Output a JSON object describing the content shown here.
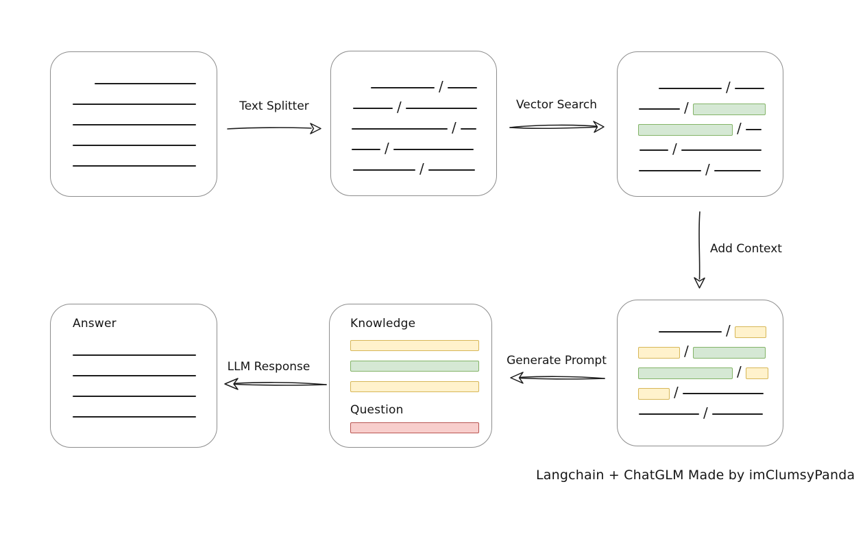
{
  "caption": "Langchain + ChatGLM Made by imClumsyPanda",
  "glyphs": {
    "slash": "/"
  },
  "labels": {
    "text_splitter": "Text Splitter",
    "vector_search": "Vector Search",
    "add_context": "Add Context",
    "generate_prompt": "Generate Prompt",
    "llm_response": "LLM Response",
    "knowledge": "Knowledge",
    "question": "Question",
    "answer": "Answer"
  },
  "colors": {
    "green_fill": "#d5e8d4",
    "green_stroke": "#82b366",
    "yellow_fill": "#fff2cc",
    "yellow_stroke": "#d6b656",
    "red_fill": "#f8cecc",
    "red_stroke": "#b85450",
    "box_border": "#8c8c8c",
    "ink": "#1c1c1c"
  },
  "boxes": {
    "document": {
      "rows": [
        {
          "ind": 32,
          "segs": [
            {
              "t": "line",
              "w": 148
            }
          ]
        },
        {
          "ind": 0,
          "segs": [
            {
              "t": "line",
              "w": 180
            }
          ]
        },
        {
          "ind": 0,
          "segs": [
            {
              "t": "line",
              "w": 180
            }
          ]
        },
        {
          "ind": 0,
          "segs": [
            {
              "t": "line",
              "w": 180
            }
          ]
        },
        {
          "ind": 0,
          "segs": [
            {
              "t": "line",
              "w": 180
            }
          ]
        }
      ]
    },
    "chunks": {
      "rows": [
        {
          "ind": 30,
          "segs": [
            {
              "t": "line",
              "w": 93
            },
            {
              "t": "slash"
            },
            {
              "t": "line",
              "w": 43
            }
          ]
        },
        {
          "ind": 4,
          "segs": [
            {
              "t": "line",
              "w": 58
            },
            {
              "t": "slash"
            },
            {
              "t": "line",
              "w": 104
            }
          ]
        },
        {
          "ind": 2,
          "segs": [
            {
              "t": "line",
              "w": 140
            },
            {
              "t": "slash"
            },
            {
              "t": "line",
              "w": 23
            }
          ]
        },
        {
          "ind": 2,
          "segs": [
            {
              "t": "line",
              "w": 42
            },
            {
              "t": "slash"
            },
            {
              "t": "line",
              "w": 117
            }
          ]
        },
        {
          "ind": 4,
          "segs": [
            {
              "t": "line",
              "w": 91
            },
            {
              "t": "slash"
            },
            {
              "t": "line",
              "w": 68
            }
          ]
        }
      ]
    },
    "search": {
      "rows": [
        {
          "ind": 30,
          "segs": [
            {
              "t": "line",
              "w": 92
            },
            {
              "t": "slash"
            },
            {
              "t": "line",
              "w": 43
            }
          ]
        },
        {
          "ind": 1,
          "segs": [
            {
              "t": "line",
              "w": 60
            },
            {
              "t": "slash"
            },
            {
              "t": "chip",
              "c": "green",
              "w": 106
            }
          ]
        },
        {
          "ind": 0,
          "segs": [
            {
              "t": "chip",
              "c": "green",
              "w": 138
            },
            {
              "t": "slash"
            },
            {
              "t": "line",
              "w": 23
            }
          ]
        },
        {
          "ind": 2,
          "segs": [
            {
              "t": "line",
              "w": 42
            },
            {
              "t": "slash"
            },
            {
              "t": "line",
              "w": 117
            }
          ]
        },
        {
          "ind": 1,
          "segs": [
            {
              "t": "line",
              "w": 91
            },
            {
              "t": "slash"
            },
            {
              "t": "line",
              "w": 68
            }
          ]
        }
      ]
    },
    "context": {
      "rows": [
        {
          "ind": 30,
          "segs": [
            {
              "t": "line",
              "w": 92
            },
            {
              "t": "slash"
            },
            {
              "t": "chip",
              "c": "yellow",
              "w": 46
            }
          ]
        },
        {
          "ind": 0,
          "segs": [
            {
              "t": "chip",
              "c": "yellow",
              "w": 61
            },
            {
              "t": "slash"
            },
            {
              "t": "chip",
              "c": "green",
              "w": 106
            }
          ]
        },
        {
          "ind": 0,
          "segs": [
            {
              "t": "chip",
              "c": "green",
              "w": 138
            },
            {
              "t": "slash"
            },
            {
              "t": "chip",
              "c": "yellow",
              "w": 33
            }
          ]
        },
        {
          "ind": 0,
          "segs": [
            {
              "t": "chip",
              "c": "yellow",
              "w": 46
            },
            {
              "t": "slash"
            },
            {
              "t": "line",
              "w": 118
            }
          ]
        },
        {
          "ind": 1,
          "segs": [
            {
              "t": "line",
              "w": 88
            },
            {
              "t": "slash"
            },
            {
              "t": "line",
              "w": 74
            }
          ]
        }
      ]
    },
    "prompt": {
      "knowledge_bars": [
        {
          "c": "yellow"
        },
        {
          "c": "green"
        },
        {
          "c": "yellow"
        }
      ],
      "question_bars": [
        {
          "c": "red"
        }
      ]
    },
    "answer": {
      "rows": [
        {
          "ind": 0,
          "segs": [
            {
              "t": "line",
              "w": 180
            }
          ]
        },
        {
          "ind": 0,
          "segs": [
            {
              "t": "line",
              "w": 180
            }
          ]
        },
        {
          "ind": 0,
          "segs": [
            {
              "t": "line",
              "w": 180
            }
          ]
        },
        {
          "ind": 0,
          "segs": [
            {
              "t": "line",
              "w": 180
            }
          ]
        }
      ]
    }
  }
}
